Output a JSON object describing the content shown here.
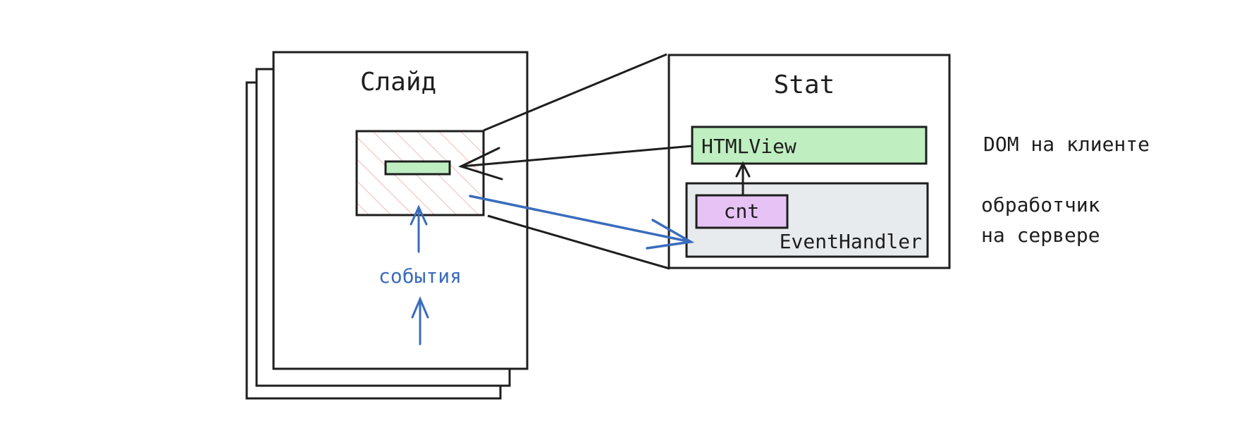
{
  "slide": {
    "title": "Слайд",
    "events_label": "события"
  },
  "stat": {
    "title": "Stat",
    "html_view_label": "HTMLView",
    "cnt_label": "cnt",
    "event_handler_label": "EventHandler"
  },
  "side_notes": {
    "dom_label": "DOM на клиенте",
    "handler_line1": "обработчик",
    "handler_line2": "на сервере"
  },
  "colors": {
    "stroke": "#1e1e1e",
    "arrow_blue": "#3a6cbd",
    "hatch_red": "#f4b8b8",
    "green_fill": "#bfefc0",
    "gray_fill": "#e8ebee",
    "purple_fill": "#e7c3f5"
  },
  "icons": {
    "widget_hatch": "diagonal-hatch-pattern",
    "arrows": "arrow-icon"
  }
}
